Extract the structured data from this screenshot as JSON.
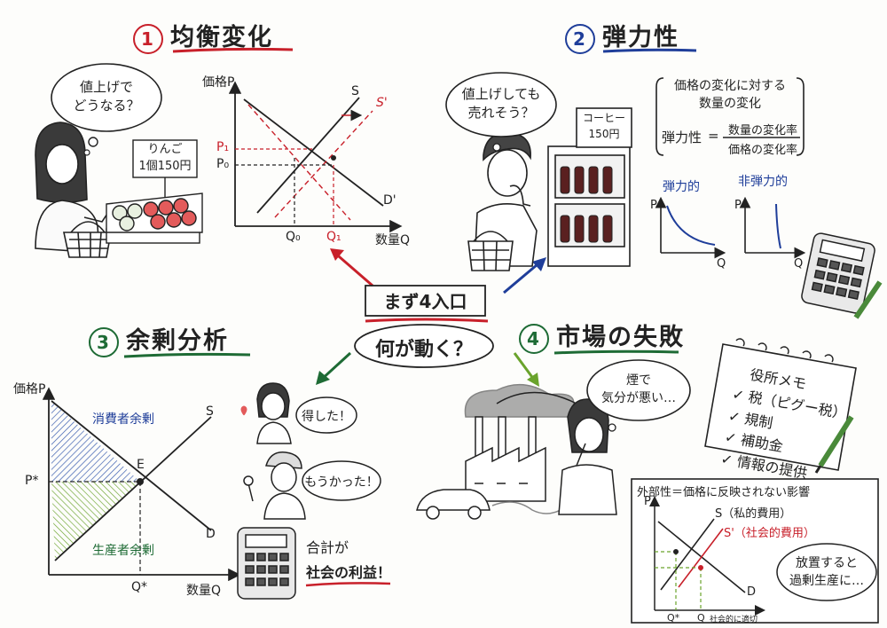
{
  "center": {
    "title": "まず4入口",
    "question": "何が動く？"
  },
  "colors": {
    "red": "#c8202a",
    "blue": "#1f3e9a",
    "green": "#1e6b35",
    "lime": "#6aa32c"
  },
  "s1": {
    "num": "1",
    "title": "均衡変化",
    "bubble": "値上げで\nどうなる？",
    "sign_line1": "りんご",
    "sign_line2": "1個150円",
    "ylabel": "価格P",
    "xlabel": "数量Q",
    "p1": "P₁",
    "p0": "P₀",
    "q0": "Q₀",
    "q1": "Q₁",
    "s": "S",
    "s_prime": "S'",
    "d_prime": "D'"
  },
  "s2": {
    "num": "2",
    "title": "弾力性",
    "bubble": "値上げしても\n売れそう？",
    "sign_line1": "コーヒー",
    "sign_line2": "150円",
    "def": "価格の変化に対する\n数量の変化",
    "formula_left": "弾力性",
    "eq": "=",
    "numerator": "数量の変化率",
    "denominator": "価格の変化率",
    "elastic": "弾力的",
    "inelastic": "非弾力的",
    "p": "P",
    "q": "Q"
  },
  "s3": {
    "num": "3",
    "title": "余剰分析",
    "ylabel": "価格P",
    "xlabel": "数量Q",
    "consumer": "消費者余剰",
    "producer": "生産者余剰",
    "e": "E",
    "pstar": "P*",
    "qstar": "Q*",
    "s": "S",
    "d": "D",
    "speech1": "得した！",
    "speech2": "もうかった！",
    "total1": "合計が",
    "total2": "社会の利益！"
  },
  "s4": {
    "num": "4",
    "title": "市場の失敗",
    "bubble": "煙で\n気分が悪い…",
    "memo_title": "役所メモ",
    "memo_items": [
      "税（ピグー税）",
      "規制",
      "補助金",
      "情報の提供"
    ],
    "ext_def": "外部性＝価格に反映されない影響",
    "s_private": "S（私的費用）",
    "s_social": "S'（社会的費用）",
    "d": "D",
    "p": "P",
    "qstar": "Q*",
    "q_social": "Q",
    "q_social_note": "社会的に適切",
    "bubble2": "放置すると\n過剰生産に…"
  }
}
